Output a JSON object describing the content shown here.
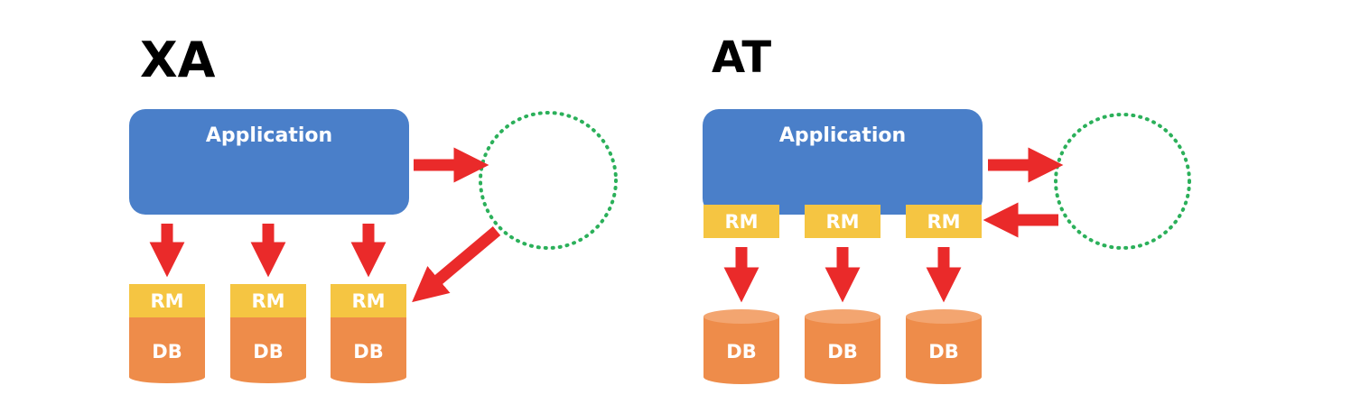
{
  "xa": {
    "title": "XA",
    "application_label": "Application",
    "rm_label": "RM",
    "db_label": "DB"
  },
  "at": {
    "title": "AT",
    "application_label": "Application",
    "rm_label": "RM",
    "db_label": "DB"
  },
  "colors": {
    "application": "#4a7fc9",
    "rm": "#f5c542",
    "db": "#ee8c4a",
    "db_top": "#f3a570",
    "arrow": "#ea2a2a",
    "coordinator_ring": "#2bb05a"
  }
}
